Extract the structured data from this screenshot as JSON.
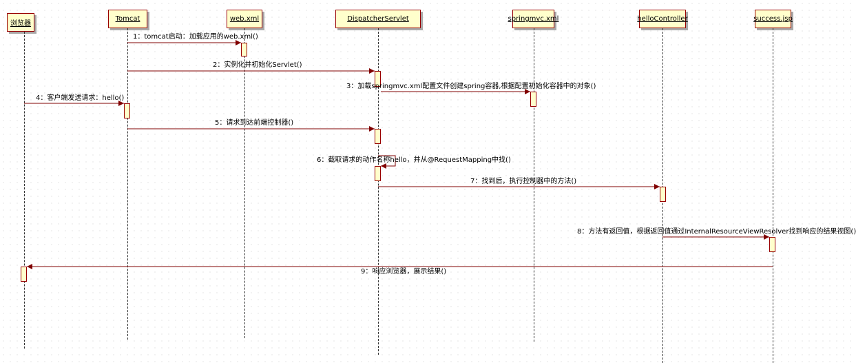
{
  "lifelines": [
    {
      "label": "浏览器"
    },
    {
      "label": "Tomcat"
    },
    {
      "label": "web.xml"
    },
    {
      "label": "DispatcherServlet"
    },
    {
      "label": "springmvc.xml"
    },
    {
      "label": "helloController"
    },
    {
      "label": "success.jsp"
    }
  ],
  "messages": [
    {
      "label": "1：tomcat启动：加载应用的web.xml()"
    },
    {
      "label": "2：实例化并初始化Servlet()"
    },
    {
      "label": "3：加载springmvc.xml配置文件创建spring容器,根据配置初始化容器中的对象()"
    },
    {
      "label": "4：客户端发送请求：hello()"
    },
    {
      "label": "5：请求到达前端控制器()"
    },
    {
      "label": "6：截取请求的动作名称hello，并从@RequestMapping中找()"
    },
    {
      "label": "7：找到后，执行控制器中的方法()"
    },
    {
      "label": "8：方法有返回值，根据返回值通过InternalResourceViewResolver找到响应的结果视图()"
    },
    {
      "label": "9：响应浏览器，展示结果()"
    }
  ],
  "colors": {
    "box_fill": "#ffffcc",
    "border": "#990000",
    "arrow": "#800000",
    "lifeline": "#333333"
  }
}
